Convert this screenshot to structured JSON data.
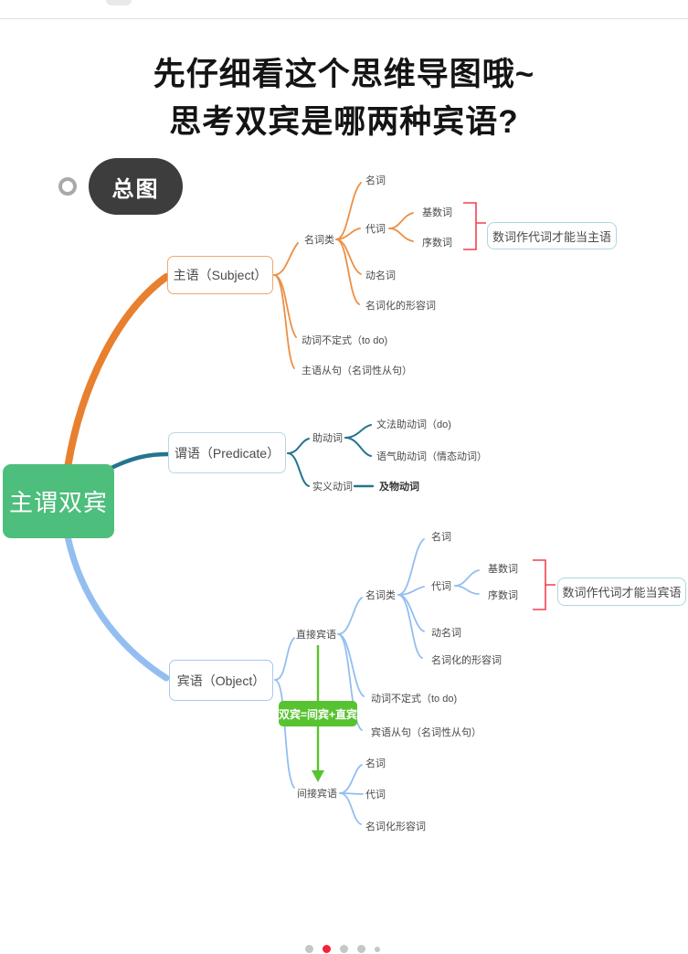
{
  "page": {
    "title_line1": "先仔细看这个思维导图哦~",
    "title_line2": "思考双宾是哪两种宾语?",
    "badge_label": "总图"
  },
  "colors": {
    "subject_branch_orange": "#E8802F",
    "predicate_branch_teal": "#25748F",
    "object_branch_blue": "#93BEF1",
    "root_green": "#4DBE7C",
    "formula_green": "#58C331",
    "bracket_red": "#F4414F",
    "active_dot_red": "#F5223C",
    "inactive_dot_gray": "#C6C6C6",
    "badge_dark": "#3D3D3D"
  },
  "mindmap": {
    "root_label": "主谓双宾",
    "subject": {
      "label": "主语（Subject）",
      "noun_class": "名词类",
      "noun": "名词",
      "pronoun": "代词",
      "cardinal": "基数词",
      "ordinal": "序数词",
      "gerund": "动名词",
      "nominal_adj": "名词化的形容词",
      "infinitive": "动词不定式（to do)",
      "clause": "主语从句（名词性从句）",
      "note": "数词作代词才能当主语"
    },
    "predicate": {
      "label": "谓语（Predicate）",
      "auxiliary": "助动词",
      "grammar_aux": "文法助动词（do)",
      "modal_aux": "语气助动词（情态动词）",
      "notional_verb": "实义动词",
      "transitive_verb": "及物动词"
    },
    "object": {
      "label": "宾语（Object）",
      "direct": "直接宾语",
      "noun_class": "名词类",
      "noun": "名词",
      "pronoun": "代词",
      "cardinal": "基数词",
      "ordinal": "序数词",
      "gerund": "动名词",
      "nominal_adj": "名词化的形容词",
      "infinitive": "动词不定式（to do)",
      "clause": "宾语从句（名词性从句）",
      "note": "数词作代词才能当宾语",
      "formula": "双宾=间宾+直宾",
      "indirect": "间接宾语",
      "indirect_noun": "名词",
      "indirect_pronoun": "代词",
      "indirect_nominal_adj": "名词化形容词"
    }
  },
  "pagination": {
    "total_dots": 5,
    "active_dot": 2
  }
}
